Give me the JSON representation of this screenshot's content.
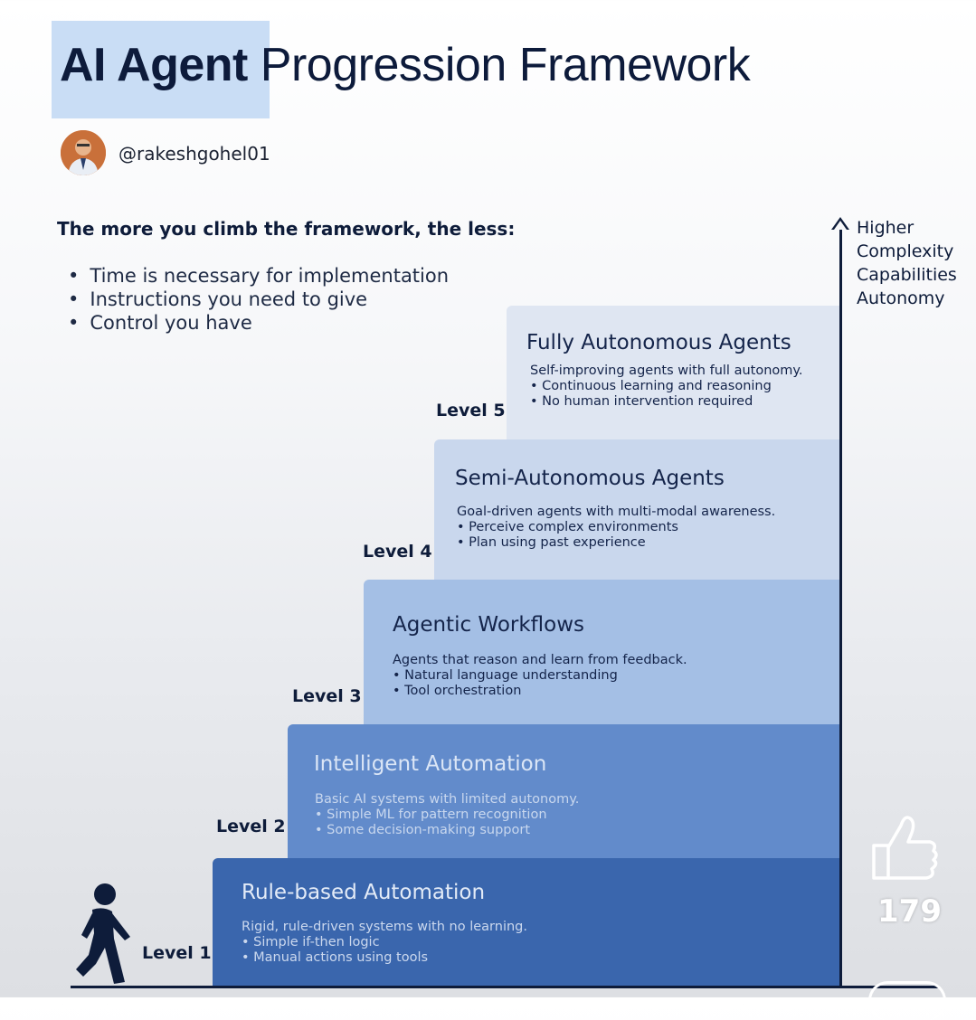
{
  "title": {
    "highlight": "AI Agent",
    "rest": "Progression Framework"
  },
  "author": {
    "handle": "@rakeshgohel01"
  },
  "intro": "The more you climb the framework, the less:",
  "bullets": [
    "Time is necessary for implementation",
    "Instructions you need to give",
    "Control you have"
  ],
  "axis": {
    "label_lines": [
      "Higher",
      "Complexity",
      "Capabilities",
      "Autonomy"
    ]
  },
  "levels": [
    {
      "label": "Level 1",
      "title": "Rule-based Automation",
      "desc": [
        "Rigid, rule-driven systems with no learning.",
        "• Simple if-then logic",
        "• Manual actions using tools"
      ],
      "color": "#3a66ad"
    },
    {
      "label": "Level 2",
      "title": "Intelligent Automation",
      "desc": [
        "Basic AI systems with limited autonomy.",
        "• Simple ML for pattern recognition",
        "• Some decision-making support"
      ],
      "color": "#628bcb"
    },
    {
      "label": "Level 3",
      "title": "Agentic Workflows",
      "desc": [
        "Agents that reason and learn from feedback.",
        "• Natural language understanding",
        "• Tool orchestration"
      ],
      "color": "#a4bfe5"
    },
    {
      "label": "Level 4",
      "title": "Semi-Autonomous Agents",
      "desc": [
        "Goal-driven agents with multi-modal awareness.",
        "• Perceive complex environments",
        "• Plan using past experience"
      ],
      "color": "#c9d7ed"
    },
    {
      "label": "Level 5",
      "title": "Fully Autonomous Agents",
      "desc": [
        "Self-improving agents with full autonomy.",
        "• Continuous learning and reasoning",
        "• No human intervention required"
      ],
      "color": "#dfe6f2"
    }
  ],
  "likes": {
    "count": "179"
  }
}
